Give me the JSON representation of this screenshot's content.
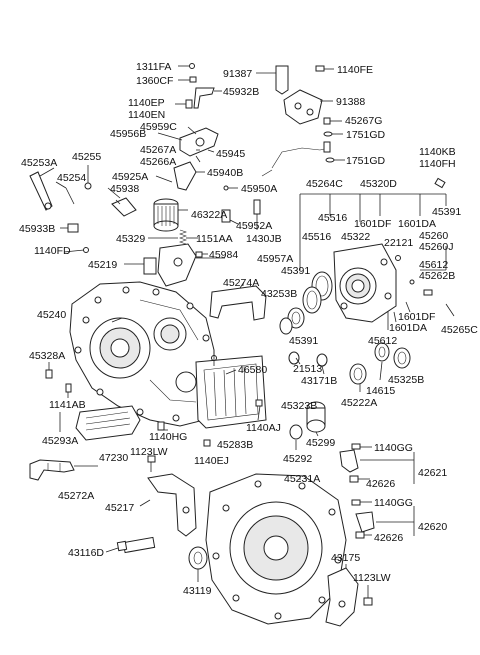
{
  "labels": [
    {
      "id": "1311FA",
      "text": "1311FA"
    },
    {
      "id": "1360CF",
      "text": "1360CF"
    },
    {
      "id": "91387",
      "text": "91387"
    },
    {
      "id": "1140FE",
      "text": "1140FE"
    },
    {
      "id": "45932B",
      "text": "45932B"
    },
    {
      "id": "91388",
      "text": "91388"
    },
    {
      "id": "1140EP",
      "text": "1140EP"
    },
    {
      "id": "1140EN",
      "text": "1140EN"
    },
    {
      "id": "45267G",
      "text": "45267G"
    },
    {
      "id": "45956B",
      "text": "45956B"
    },
    {
      "id": "45959C",
      "text": "45959C"
    },
    {
      "id": "1751GD_a",
      "text": "1751GD"
    },
    {
      "id": "45267A",
      "text": "45267A"
    },
    {
      "id": "45945",
      "text": "45945"
    },
    {
      "id": "45266A",
      "text": "45266A"
    },
    {
      "id": "1751GD_b",
      "text": "1751GD"
    },
    {
      "id": "1140KB",
      "text": "1140KB"
    },
    {
      "id": "1140FH",
      "text": "1140FH"
    },
    {
      "id": "45253A",
      "text": "45253A"
    },
    {
      "id": "45255",
      "text": "45255"
    },
    {
      "id": "45925A",
      "text": "45925A"
    },
    {
      "id": "45940B",
      "text": "45940B"
    },
    {
      "id": "45254",
      "text": "45254"
    },
    {
      "id": "45938",
      "text": "45938"
    },
    {
      "id": "45950A",
      "text": "45950A"
    },
    {
      "id": "45264C",
      "text": "45264C"
    },
    {
      "id": "45320D",
      "text": "45320D"
    },
    {
      "id": "45952A",
      "text": "45952A"
    },
    {
      "id": "46322A",
      "text": "46322A"
    },
    {
      "id": "45391_a",
      "text": "45391"
    },
    {
      "id": "45933B",
      "text": "45933B"
    },
    {
      "id": "45516_a",
      "text": "45516"
    },
    {
      "id": "1601DF_a",
      "text": "1601DF"
    },
    {
      "id": "1601DA_a",
      "text": "1601DA"
    },
    {
      "id": "45329",
      "text": "45329"
    },
    {
      "id": "1151AA",
      "text": "1151AA"
    },
    {
      "id": "1430JB",
      "text": "1430JB"
    },
    {
      "id": "45516_b",
      "text": "45516"
    },
    {
      "id": "45322",
      "text": "45322"
    },
    {
      "id": "22121",
      "text": "22121"
    },
    {
      "id": "45260",
      "text": "45260"
    },
    {
      "id": "45260J",
      "text": "45260J"
    },
    {
      "id": "1140FD",
      "text": "1140FD"
    },
    {
      "id": "45984",
      "text": "45984"
    },
    {
      "id": "45219",
      "text": "45219"
    },
    {
      "id": "45957A",
      "text": "45957A"
    },
    {
      "id": "45391_b",
      "text": "45391"
    },
    {
      "id": "45612_a",
      "text": "45612"
    },
    {
      "id": "45262B",
      "text": "45262B"
    },
    {
      "id": "45274A",
      "text": "45274A"
    },
    {
      "id": "43253B",
      "text": "43253B"
    },
    {
      "id": "45240",
      "text": "45240"
    },
    {
      "id": "1601DF_b",
      "text": "1601DF"
    },
    {
      "id": "1601DA_b",
      "text": "1601DA"
    },
    {
      "id": "45265C",
      "text": "45265C"
    },
    {
      "id": "45391_c",
      "text": "45391"
    },
    {
      "id": "45612_b",
      "text": "45612"
    },
    {
      "id": "45328A",
      "text": "45328A"
    },
    {
      "id": "46580",
      "text": "46580"
    },
    {
      "id": "21513",
      "text": "21513"
    },
    {
      "id": "43171B",
      "text": "43171B"
    },
    {
      "id": "14615",
      "text": "14615"
    },
    {
      "id": "45325B",
      "text": "45325B"
    },
    {
      "id": "45222A",
      "text": "45222A"
    },
    {
      "id": "1141AB",
      "text": "1141AB"
    },
    {
      "id": "45323B",
      "text": "45323B"
    },
    {
      "id": "1140AJ",
      "text": "1140AJ"
    },
    {
      "id": "45293A",
      "text": "45293A"
    },
    {
      "id": "1140HG",
      "text": "1140HG"
    },
    {
      "id": "45283B",
      "text": "45283B"
    },
    {
      "id": "45299",
      "text": "45299"
    },
    {
      "id": "47230",
      "text": "47230"
    },
    {
      "id": "1123LW_a",
      "text": "1123LW"
    },
    {
      "id": "1140EJ",
      "text": "1140EJ"
    },
    {
      "id": "45292",
      "text": "45292"
    },
    {
      "id": "1140GG_a",
      "text": "1140GG"
    },
    {
      "id": "42621",
      "text": "42621"
    },
    {
      "id": "45231A",
      "text": "45231A"
    },
    {
      "id": "42626_a",
      "text": "42626"
    },
    {
      "id": "45272A",
      "text": "45272A"
    },
    {
      "id": "45217",
      "text": "45217"
    },
    {
      "id": "1140GG_b",
      "text": "1140GG"
    },
    {
      "id": "42620",
      "text": "42620"
    },
    {
      "id": "42626_b",
      "text": "42626"
    },
    {
      "id": "43116D",
      "text": "43116D"
    },
    {
      "id": "43175",
      "text": "43175"
    },
    {
      "id": "1123LW_b",
      "text": "1123LW"
    },
    {
      "id": "43119",
      "text": "43119"
    }
  ]
}
